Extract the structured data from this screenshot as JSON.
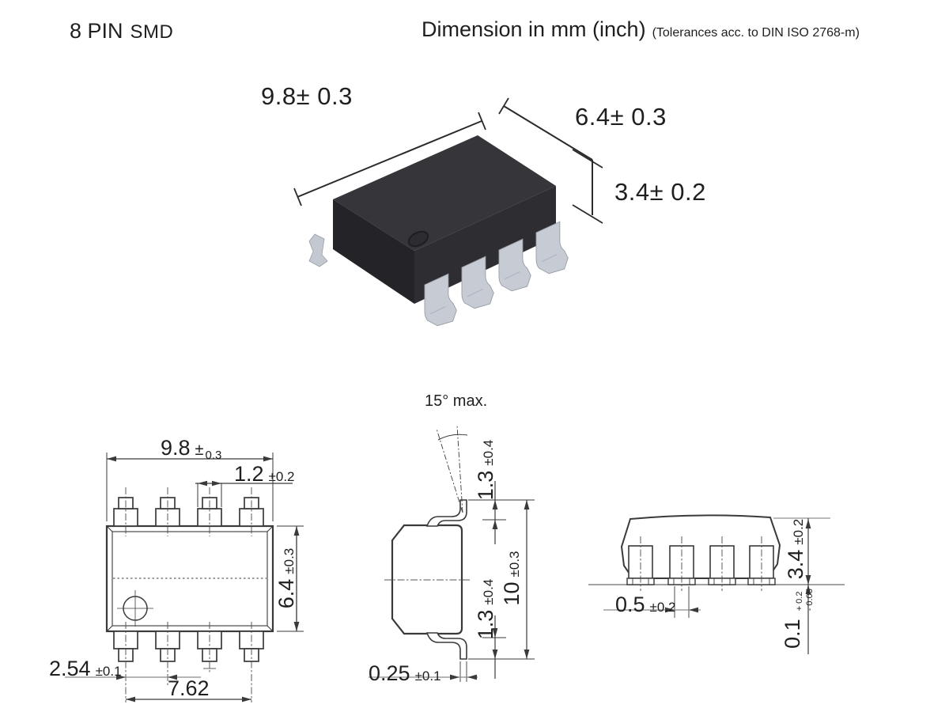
{
  "header": {
    "part": "8 PIN",
    "package": "SMD",
    "title": "Dimension in mm (inch)",
    "note": "(Tolerances acc. to DIN ISO 2768-m)"
  },
  "colors": {
    "line": "#3a3a3a",
    "aux_line": "#8a8a8a",
    "body_top": "#35353a",
    "body_left": "#242428",
    "body_right": "#2d2d32",
    "lead_gray": "#c7ccd4"
  },
  "iso_view": {
    "length": "9.8± 0.3",
    "depth": "6.4± 0.3",
    "height": "3.4± 0.2"
  },
  "top_view": {
    "length": {
      "value": "9.8",
      "tol_sign": "±",
      "tol": "0.3"
    },
    "pin_width": {
      "value": "1.2",
      "tol": "±0.2"
    },
    "depth": {
      "value": "6.4",
      "tol": "±0.3"
    },
    "pitch": {
      "value": "2.54",
      "tol": "±0.1"
    },
    "span": {
      "value": "7.62"
    }
  },
  "side_view": {
    "angle": "15° max.",
    "lead_top": {
      "value": "1.3",
      "tol": "±0.4"
    },
    "lead_bottom": {
      "value": "1.3",
      "tol": "±0.4"
    },
    "overall": {
      "value": "10",
      "tol": "±0.3"
    },
    "thickness": {
      "value": "0.25",
      "tol": "±0.1"
    }
  },
  "end_view": {
    "height": {
      "value": "3.4",
      "tol": "±0.2"
    },
    "lead_width": {
      "value": "0.5",
      "tol": "±0.2"
    },
    "standoff": {
      "value": "0.1",
      "tol_plus": "+ 0.2",
      "tol_minus": "- 0.05"
    }
  }
}
